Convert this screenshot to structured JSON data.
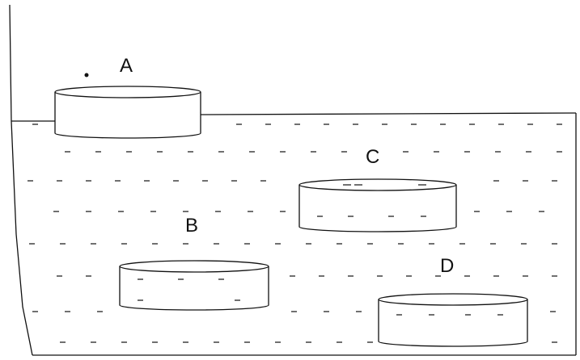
{
  "diagram": {
    "colors": {
      "ink": "#111111",
      "background": "#ffffff"
    },
    "objects": [
      {
        "id": "A",
        "label": "A",
        "state": "floating on surface"
      },
      {
        "id": "B",
        "label": "B",
        "state": "submerged"
      },
      {
        "id": "C",
        "label": "C",
        "state": "submerged"
      },
      {
        "id": "D",
        "label": "D",
        "state": "submerged"
      }
    ]
  }
}
